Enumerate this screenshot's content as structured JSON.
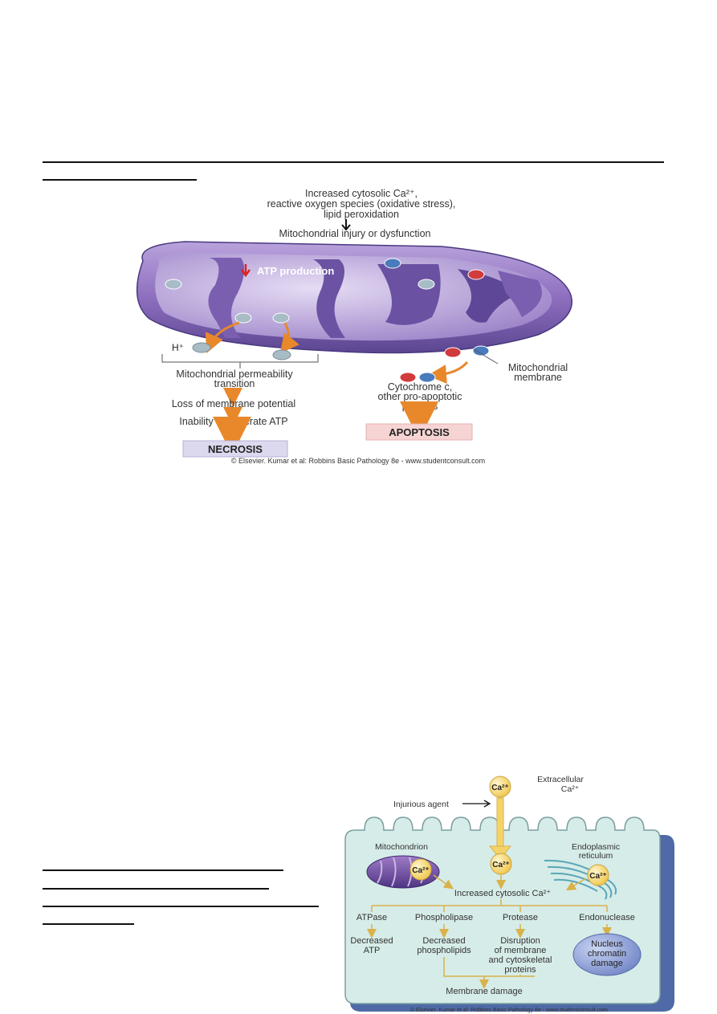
{
  "figure1": {
    "header": {
      "line1": "Increased cytosolic Ca²⁺,",
      "line2": "reactive oxygen species (oxidative stress),",
      "line3": "lipid peroxidation",
      "line4": "Mitochondrial injury or dysfunction"
    },
    "atp_production": "ATP production",
    "h_plus": "H⁺",
    "membrane_label": [
      "Mitochondrial",
      "membrane"
    ],
    "left_path": {
      "step1_line1": "Mitochondrial permeability",
      "step1_line2": "transition",
      "step2": "Loss of membrane potential",
      "step3": "Inability to generate ATP",
      "outcome": "NECROSIS"
    },
    "right_path": {
      "step1_line1": "Cytochrome c,",
      "step1_line2": "other pro-apoptotic",
      "step1_line3": "proteins",
      "outcome": "APOPTOSIS"
    },
    "credit": "© Elsevier. Kumar et al: Robbins Basic Pathology 8e - www.studentconsult.com"
  },
  "figure2": {
    "ca_label": "Ca²⁺",
    "extracellular": [
      "Extracellular",
      "Ca²⁺"
    ],
    "injurious_agent": "Injurious agent",
    "mitochondrion": "Mitochondrion",
    "er": [
      "Endoplasmic",
      "reticulum"
    ],
    "increased_cytosolic": "Increased cytosolic Ca²⁺",
    "enzymes": [
      "ATPase",
      "Phospholipase",
      "Protease",
      "Endonuclease"
    ],
    "effects": {
      "atpase": [
        "Decreased",
        "ATP"
      ],
      "phospholipase": [
        "Decreased",
        "phospholipids"
      ],
      "protease": [
        "Disruption",
        "of membrane",
        "and cytoskeletal",
        "proteins"
      ],
      "endonuclease": [
        "Nucleus",
        "chromatin",
        "damage"
      ]
    },
    "membrane_damage": "Membrane damage",
    "credit": "© Elsevier. Kumar et al: Robbins Basic Pathology 8e - www.studentconsult.com"
  },
  "colors": {
    "mito_purple": "#8e6fbf",
    "mito_dark": "#5b4691",
    "arrow_orange": "#e8882b",
    "necrosis_bg": "#dcd8ee",
    "apoptosis_bg": "#f7d4d4",
    "cell_fill": "#d6ece8",
    "cell_shadow": "#4f6aa6",
    "ca_yellow": "#f4d46a"
  }
}
